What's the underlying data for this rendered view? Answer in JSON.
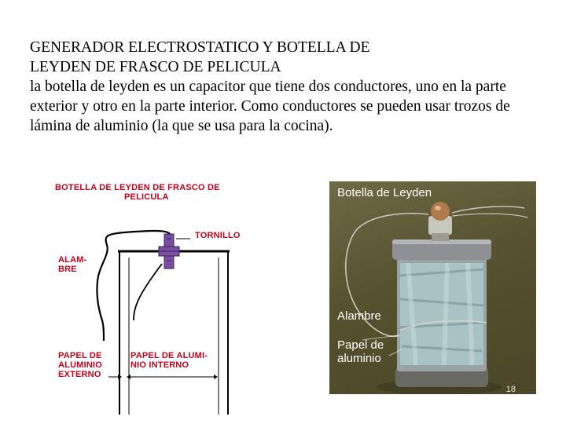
{
  "slide": {
    "title_line_1": "GENERADOR ELECTROSTATICO Y BOTELLA DE",
    "title_line_2": "LEYDEN DE FRASCO DE PELICULA",
    "body": "la botella de leyden es un capacitor que tiene dos conductores, uno en la parte exterior y otro en la parte interior. Como conductores se pueden usar trozos de lámina de aluminio (la que se usa para la cocina)."
  },
  "diagram": {
    "title_line_1": "BOTELLA DE LEYDEN DE FRASCO DE",
    "title_line_2": "PELICULA",
    "label_tornillo": "TORNILLO",
    "label_alambre_1": "ALAM-",
    "label_alambre_2": "BRE",
    "label_externo_1": "PAPEL DE",
    "label_externo_2": "ALUMINIO",
    "label_externo_3": "EXTERNO",
    "label_interno_1": "PAPEL DE ALUMI-",
    "label_interno_2": "NIO INTERNO",
    "label_color": "#c4001a",
    "bolt_color": "#7a4fa0"
  },
  "photo": {
    "label_title": "Botella de Leyden",
    "label_alambre": "Alambre",
    "label_papel_1": "Papel de",
    "label_papel_2": "aluminio",
    "page_number": "18"
  }
}
